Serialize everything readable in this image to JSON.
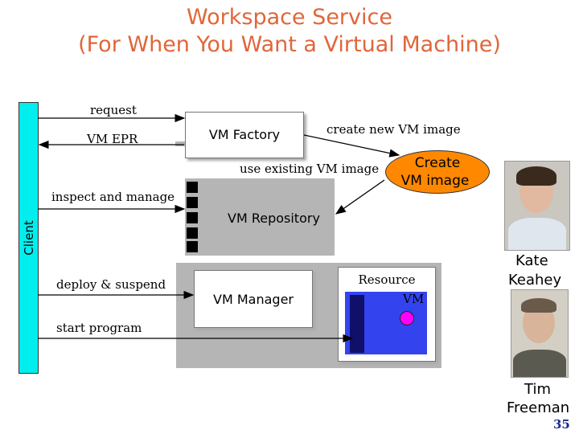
{
  "title": {
    "line1": "Workspace Service",
    "line2": "(For When You Want a Virtual Machine)"
  },
  "client_label": "Client",
  "messages": {
    "request": "request",
    "vm_epr": "VM EPR",
    "inspect_manage": "inspect and manage",
    "deploy_suspend": "deploy & suspend",
    "start_program": "start program",
    "create_new_image": "create new VM image",
    "use_existing_image": "use existing VM image"
  },
  "components": {
    "vm_factory": "VM Factory",
    "vm_repository": "VM Repository",
    "vm_manager": "VM Manager",
    "resource": "Resource",
    "vm": "VM",
    "create_image_line1": "Create",
    "create_image_line2": "VM image"
  },
  "people": {
    "person1_first": "Kate",
    "person1_last": "Keahey",
    "person2_first": "Tim",
    "person2_last": "Freeman"
  },
  "page_number": "35",
  "colors": {
    "title": "#e0663a",
    "client_bar": "#00eeee",
    "create_ellipse": "#ff8800",
    "resource": "#3344ee",
    "vm_dot": "#ff00ff",
    "page_number": "#1a2a8a"
  }
}
